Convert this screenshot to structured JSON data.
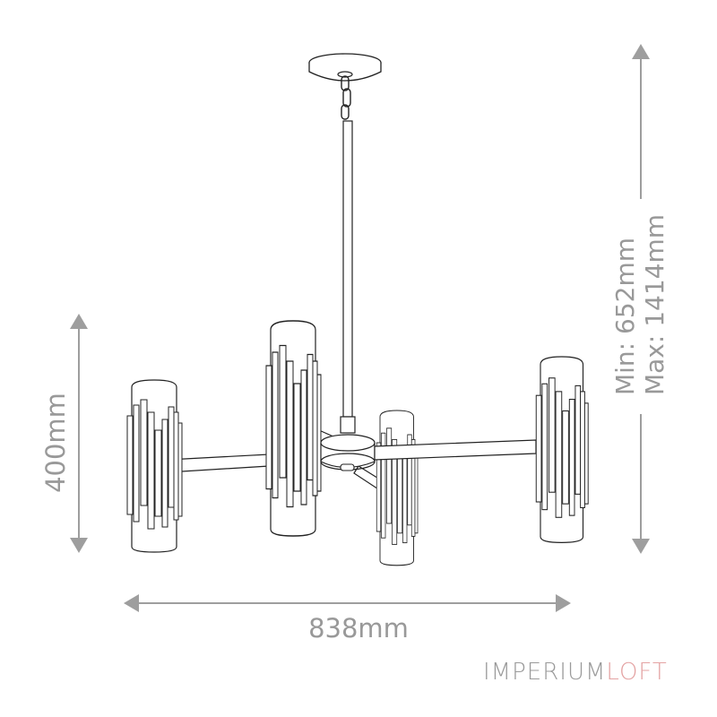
{
  "dimensions": {
    "width": "838mm",
    "height": "400mm",
    "drop_min": "Min: 652mm",
    "drop_max": "Max: 1414mm"
  },
  "brand": {
    "part1": "IMPERIUM",
    "part2": "LOFT",
    "color1": "#9a9a9a",
    "color2": "#e4a3a3"
  },
  "colors": {
    "dimension_line": "#9e9e9e",
    "drawing_stroke": "#222222"
  },
  "product": {
    "type": "chandelier",
    "arms": 4
  }
}
